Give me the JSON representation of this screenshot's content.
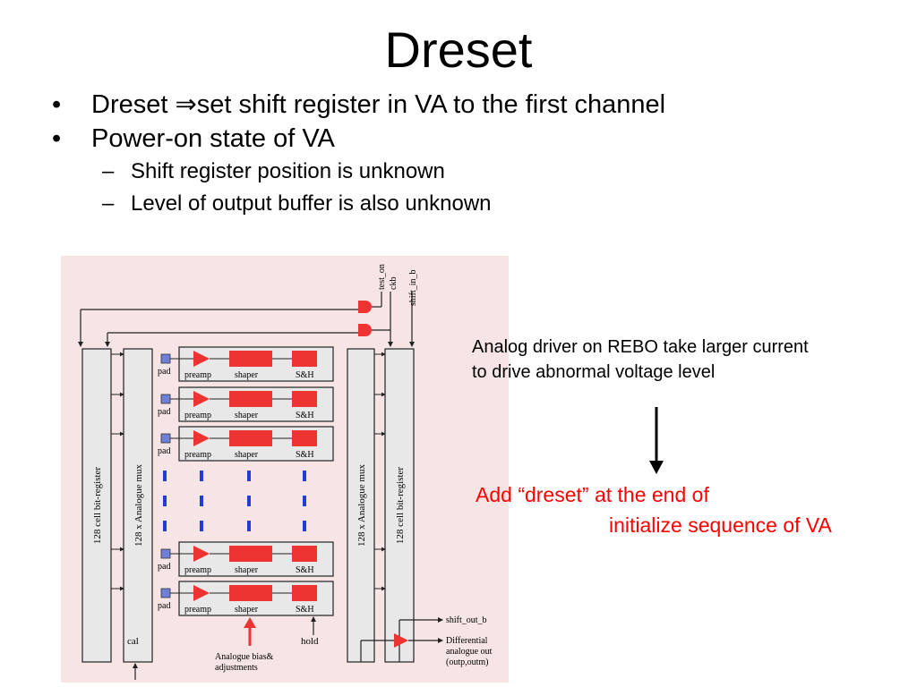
{
  "title": "Dreset",
  "bullets": [
    {
      "text": "Dreset ⇒set shift register in VA to the first channel"
    },
    {
      "text": "Power-on state of VA"
    },
    {
      "text": "Shift register position is unknown",
      "sub": true
    },
    {
      "text": "Level of output buffer is also unknown",
      "sub": true
    }
  ],
  "diagram": {
    "colors": {
      "background": "#f7e4e4",
      "block": "#e8e8e8",
      "red": "#ee3333",
      "pad": "#6f7fd8",
      "blue": "#1f3fd0"
    },
    "left_register": "128 cell bit-register",
    "left_mux": "128 x Analogue mux",
    "right_mux": "128 x Analogue mux",
    "right_register": "128 cell bit-register",
    "pad": "pad",
    "preamp": "preamp",
    "shaper": "shaper",
    "sh": "S&H",
    "test_on": "test_on",
    "ckb": "ckb",
    "shift_in_b": "shift_in_b",
    "cal": "cal",
    "hold": "hold",
    "bias_line1": "Analogue bias&",
    "bias_line2": "adjustments",
    "shift_out_b": "shift_out_b",
    "diff_line1": "Differential",
    "diff_line2": "analogue out",
    "diff_line3": "(outp,outm)"
  },
  "note": {
    "line1": "Analog driver on REBO take larger current",
    "line2": "to drive abnormal voltage level"
  },
  "action": {
    "line1": "Add “dreset” at the end of",
    "line2": "initialize sequence of VA"
  }
}
